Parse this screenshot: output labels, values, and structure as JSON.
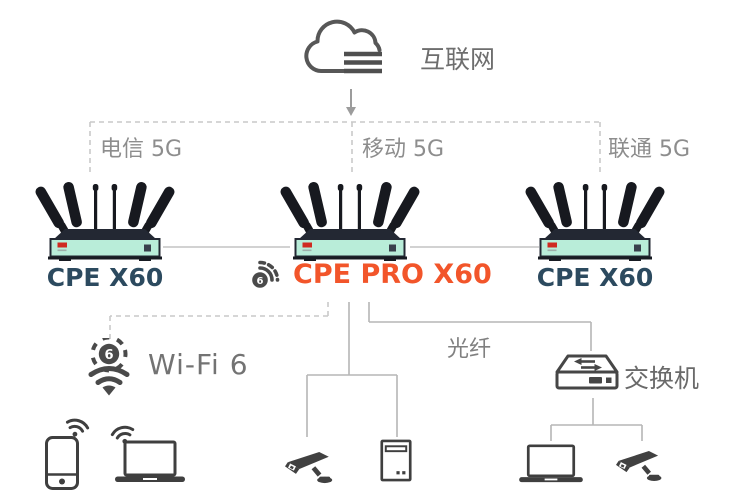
{
  "internet": {
    "label": "互联网",
    "icon": "cloud-icon"
  },
  "uplinks": [
    {
      "id": "telecom",
      "label": "电信 5G"
    },
    {
      "id": "mobile",
      "label": "移动 5G"
    },
    {
      "id": "unicom",
      "label": "联通 5G"
    }
  ],
  "routers": [
    {
      "model": "CPE X60",
      "highlighted": false
    },
    {
      "model": "CPE PRO X60",
      "highlighted": true,
      "badge_digit": "6"
    },
    {
      "model": "CPE X60",
      "highlighted": false
    }
  ],
  "lan": {
    "wifi": {
      "label": "Wi-Fi 6",
      "badge_digit": "6"
    },
    "fiber": {
      "label": "光纤"
    },
    "switch": {
      "label": "交换机"
    }
  },
  "devices": [
    "smartphone-wireless",
    "laptop-wireless",
    "cctv-camera",
    "desktop-tower",
    "laptop",
    "cctv-camera"
  ],
  "colors": {
    "router_label": "#2c4a5f",
    "router_label_highlight": "#f2552a",
    "router_panel_mint": "#b9edd9",
    "router_body_dark": "#232833",
    "label_gray": "#8d8d8d",
    "icon_dark": "#4a4a4a",
    "line_dashed": "#c9c9c9",
    "line_solid": "#b6b6b6",
    "logo_red": "#cf2a21"
  }
}
